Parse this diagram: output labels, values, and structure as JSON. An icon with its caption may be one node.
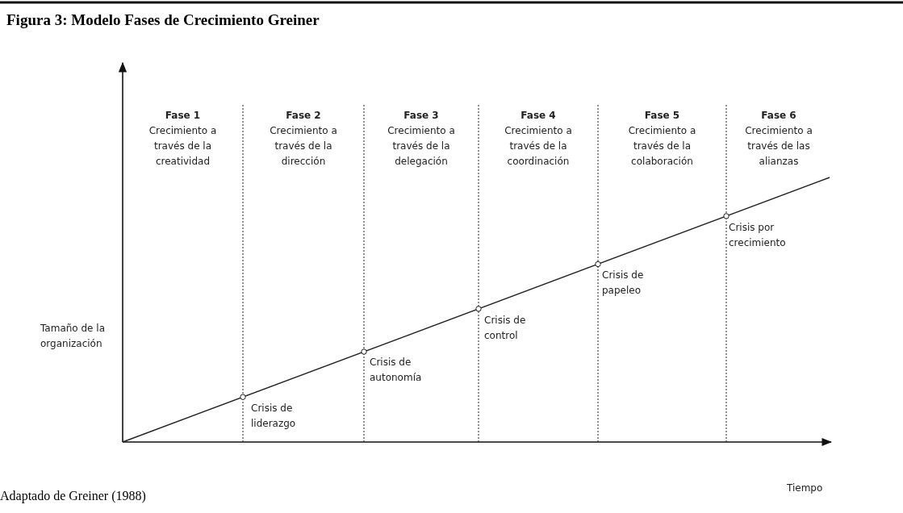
{
  "diagram": {
    "title": "Figura 3: Modelo Fases de Crecimiento Greiner",
    "caption": "Adaptado de Greiner (1988)",
    "nodes": [
      {
        "text": [
          "Fase 1",
          "Crecimiento a través de la creatividad"
        ]
      },
      {
        "text": [
          "Fase 2",
          "Crecimiento a través de la dirección"
        ]
      },
      {
        "text": [
          "Fase 3",
          "Crecimiento a través de la delegación"
        ]
      },
      {
        "text": [
          "Fase 4",
          "Crecimiento a través de la coordinación"
        ]
      },
      {
        "text": [
          "Fase 5",
          "Crecimiento a través de la colaboración"
        ]
      },
      {
        "text": [
          "Fase 6",
          "Crecimiento a través de las alianzas"
        ]
      }
    ],
    "edges": [],
    "labels": [
      "Tamaño de la organización",
      "Crisis de liderazgo",
      "Crisis de autonomía",
      "Crisis de control",
      "Crisis de papeleo",
      "Crisis por crecimiento",
      "Tiempo"
    ]
  }
}
